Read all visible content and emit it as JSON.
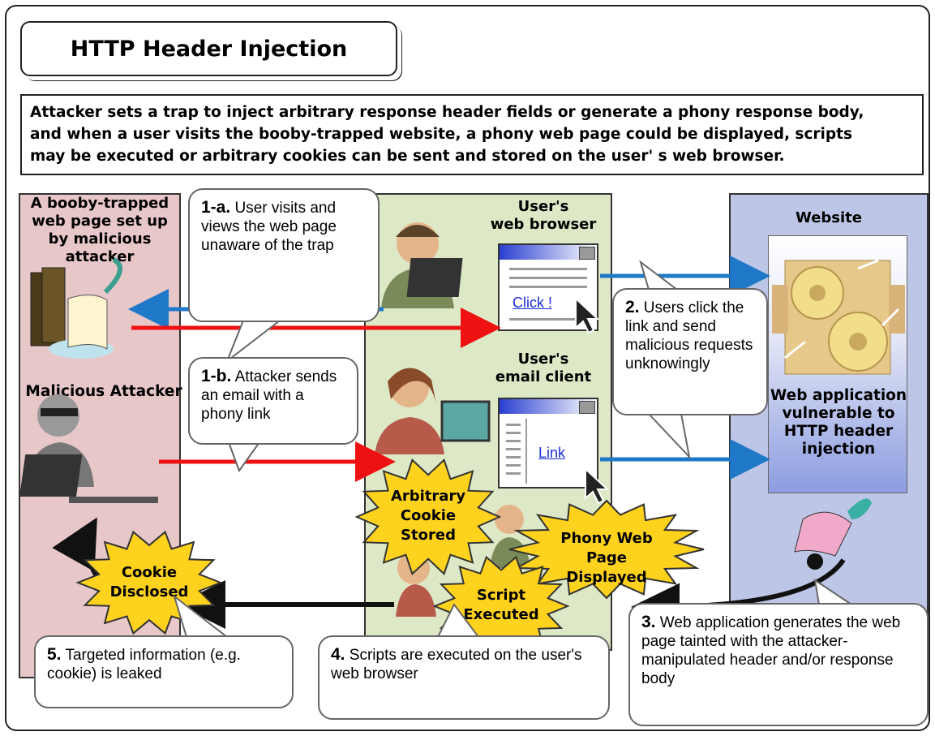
{
  "title": "HTTP Header Injection",
  "description": [
    "Attacker sets a trap to inject arbitrary response header fields or generate a phony response body,",
    "and when a user visits the booby-trapped website, a phony web page could be displayed, scripts",
    "may be executed or arbitrary cookies can be sent and stored on the user' s web browser."
  ],
  "zones": {
    "attacker_title": [
      "A booby-trapped",
      "web page set up",
      "by malicious",
      "attacker"
    ],
    "attacker_label": "Malicious Attacker",
    "browser_label": [
      "User's",
      "web browser"
    ],
    "email_label": [
      "User's",
      "email client"
    ],
    "website_label": "Website",
    "webapp_label": [
      "Web application",
      "vulnerable to",
      "HTTP header",
      "injection"
    ]
  },
  "links": {
    "click": "Click !",
    "link": "Link"
  },
  "callouts": {
    "c1a_num": "1-a.",
    "c1a_text": " User visits and views the web page unaware of the trap",
    "c1b_num": "1-b.",
    "c1b_text": " Attacker sends an email with a phony link",
    "c2_num": "2.",
    "c2_text": " Users click the link and send malicious requests unknowingly",
    "c3_num": "3.",
    "c3_text": " Web application generates the web page tainted with the attacker-manipulated header and/or response body",
    "c4_num": "4.",
    "c4_text": " Scripts are executed on the user's web browser",
    "c5_num": "5.",
    "c5_text": " Targeted information (e.g. cookie) is leaked"
  },
  "bursts": {
    "cookie_stored": [
      "Arbitrary",
      "Cookie",
      "Stored"
    ],
    "phony_page": [
      "Phony Web Page",
      "Displayed"
    ],
    "script_executed": [
      "Script",
      "Executed"
    ],
    "cookie_disclosed": [
      "Cookie",
      "Disclosed"
    ]
  },
  "colors": {
    "blue_arrow": "#1f78c8",
    "red_arrow": "#ee1111",
    "black_arrow": "#111111",
    "burst_fill": "#ffd21e"
  }
}
